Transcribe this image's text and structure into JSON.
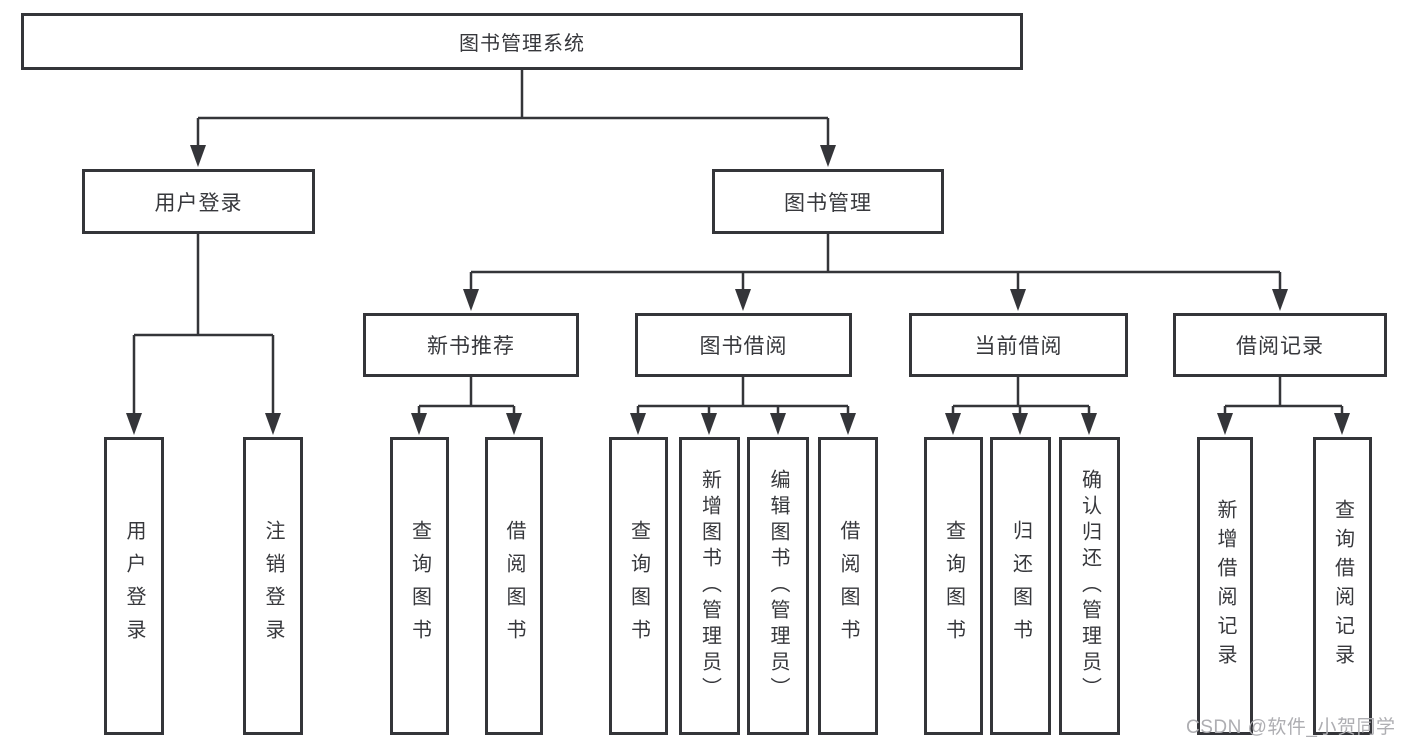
{
  "tree": {
    "root": "图书管理系统",
    "level2": {
      "user_login": "用户登录",
      "book_management": "图书管理"
    },
    "level3": {
      "new_book_recommend": "新书推荐",
      "book_borrow": "图书借阅",
      "current_borrow": "当前借阅",
      "borrow_record": "借阅记录"
    },
    "leaves": {
      "login": "用户登录",
      "logout": "注销登录",
      "rec_query": "查询图书",
      "rec_borrow": "借阅图书",
      "bor_query": "查询图书",
      "bor_add": "新增图书（管理员）",
      "bor_edit": "编辑图书（管理员）",
      "bor_borrow": "借阅图书",
      "cur_query": "查询图书",
      "cur_return": "归还图书",
      "cur_confirm": "确认归还（管理员）",
      "record_add": "新增借阅记录",
      "record_query": "查询借阅记录"
    }
  },
  "watermark": "CSDN @软件_小贺同学",
  "colors": {
    "line": "#343539",
    "box_border": "#343539",
    "text": "#37383c",
    "background": "#ffffff",
    "watermark": "#aeaeb2"
  }
}
